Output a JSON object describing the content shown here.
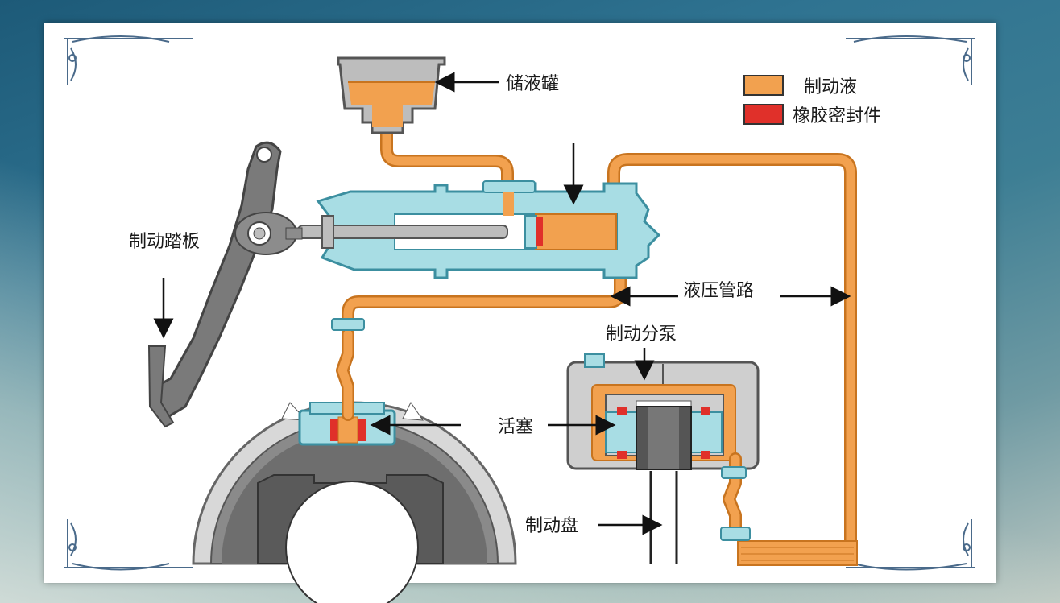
{
  "legend": {
    "brake_fluid": {
      "label": "制动液",
      "color": "#f2a14f"
    },
    "rubber_seal": {
      "label": "橡胶密封件",
      "color": "#e0302a"
    }
  },
  "labels": {
    "reservoir": "储液罐",
    "brake_pedal": "制动踏板",
    "hydraulic_line": "液压管路",
    "wheel_cylinder": "制动分泵",
    "piston": "活塞",
    "brake_disc": "制动盘"
  },
  "colors": {
    "fluid": "#f2a14f",
    "fluid_stroke": "#c8741f",
    "body": "#a8dde4",
    "body_stroke": "#3c8fa0",
    "metal": "#808080",
    "seal": "#e0302a"
  }
}
